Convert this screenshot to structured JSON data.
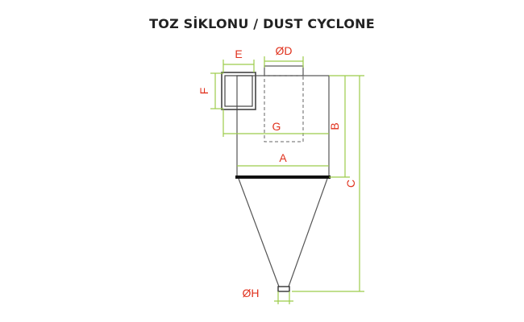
{
  "title": "TOZ SİKLONU / DUST CYCLONE",
  "labels": {
    "e": "E",
    "d": "ØD",
    "f": "F",
    "g": "G",
    "b": "B",
    "a": "A",
    "c": "C",
    "h": "ØH"
  },
  "colors": {
    "dimension_text": "#e0321e",
    "dimension_line": "#9ccc4a",
    "outline": "#555555",
    "flange": "#111111"
  }
}
